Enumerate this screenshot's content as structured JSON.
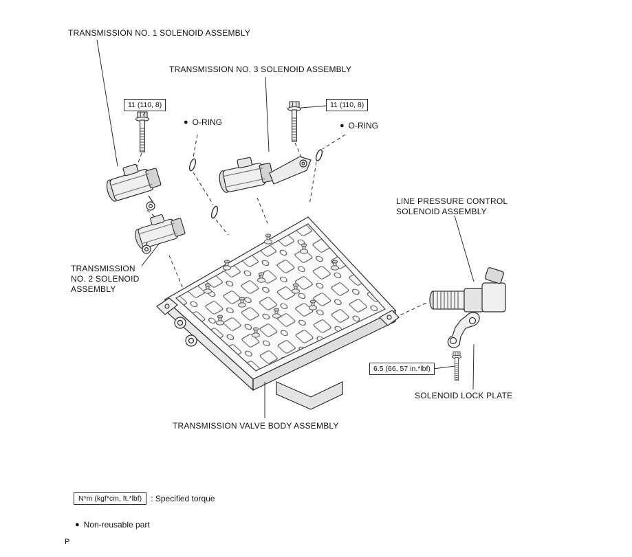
{
  "diagram": {
    "labels": {
      "solenoid1": "TRANSMISSION NO. 1 SOLENOID ASSEMBLY",
      "solenoid3": "TRANSMISSION NO. 3 SOLENOID ASSEMBLY",
      "solenoid2": "TRANSMISSION\nNO. 2 SOLENOID\nASSEMBLY",
      "line_pressure": "LINE PRESSURE CONTROL\nSOLENOID ASSEMBLY",
      "lock_plate": "SOLENOID LOCK PLATE",
      "valve_body": "TRANSMISSION VALVE BODY ASSEMBLY",
      "oring_left": "O-RING",
      "oring_right": "O-RING"
    },
    "torque_callouts": {
      "bolt1": "11 (110, 8)",
      "bolt2": "11 (110, 8)",
      "bolt3": "6.5 (66, 57 in.*lbf)"
    },
    "legend": {
      "bullet": "●",
      "torque_box": "N*m (kgf*cm, ft.*lbf)",
      "torque_desc": ": Specified torque",
      "nonreusable": "Non-reusable part"
    },
    "page_marker": "P",
    "line_color": "#2b2b2b"
  }
}
